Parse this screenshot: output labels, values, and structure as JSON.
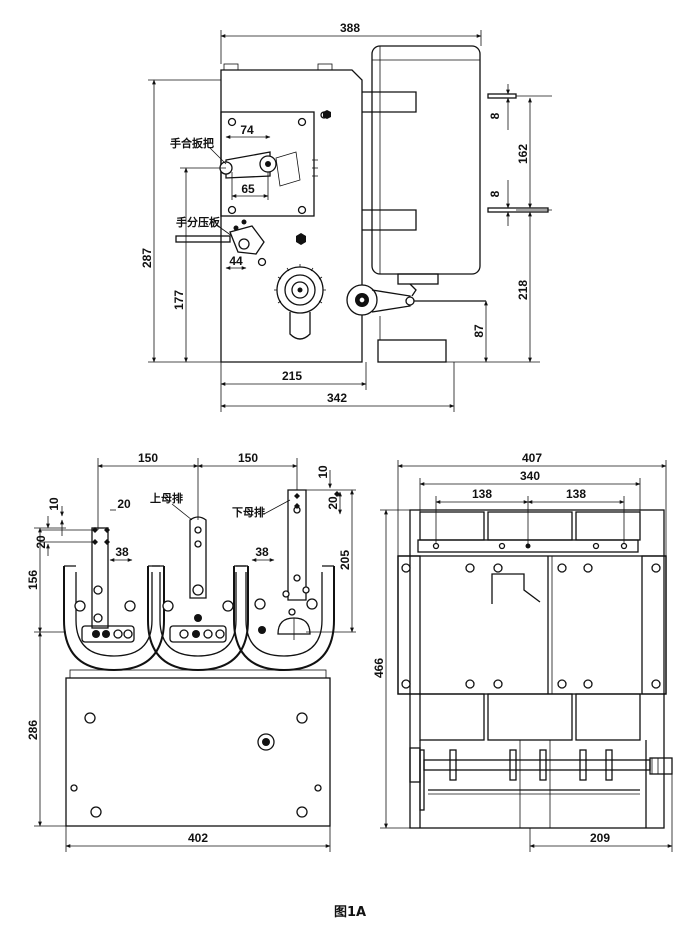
{
  "side_view": {
    "dims": {
      "top_width": "388",
      "handle_74": "74",
      "handle_65": "65",
      "lever_44": "44",
      "height_287": "287",
      "height_177": "177",
      "right_8a": "8",
      "right_162": "162",
      "right_8b": "8",
      "right_218": "218",
      "right_87": "87",
      "bottom_215": "215",
      "bottom_342": "342"
    },
    "labels": {
      "manual_close_handle": "手合扳把",
      "manual_open_plate": "手分压板"
    }
  },
  "front_view": {
    "dims": {
      "pitch_left": "150",
      "pitch_right": "150",
      "top_10": "10",
      "top_20": "20",
      "left_20": "20",
      "width_38_left": "38",
      "width_38_right": "38",
      "right_10": "10",
      "right_20": "20",
      "height_205": "205",
      "height_156": "156",
      "height_286": "286",
      "bottom_402": "402"
    },
    "labels": {
      "upper_busbar": "上母排",
      "lower_busbar": "下母排"
    }
  },
  "rear_view": {
    "dims": {
      "width_407": "407",
      "width_340": "340",
      "spacing_138_left": "138",
      "spacing_138_right": "138",
      "height_466": "466",
      "bottom_209": "209"
    }
  },
  "caption": "图1A"
}
